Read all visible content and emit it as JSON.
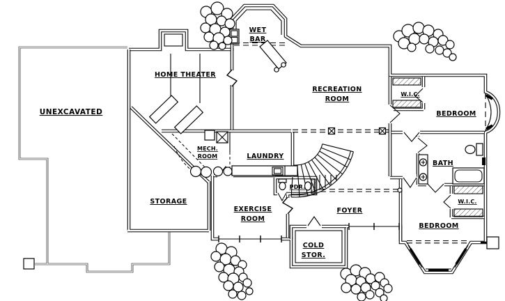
{
  "plan": {
    "background_color": "#ffffff",
    "line_color": "#000000",
    "labels": {
      "unexcavated": "UNEXCAVATED",
      "home_theater": "HOME THEATER",
      "wet_bar_line1": "WET",
      "wet_bar_line2": "BAR",
      "recreation_line1": "RECREATION",
      "recreation_line2": "ROOM",
      "wic_upper": "W.I.C.",
      "bedroom_upper": "BEDROOM",
      "mech_line1": "MECH.",
      "mech_line2": "ROOM",
      "laundry": "LAUNDRY",
      "powder": "PDR.",
      "bath": "BATH",
      "storage": "STORAGE",
      "exercise_line1": "EXERCISE",
      "exercise_line2": "ROOM",
      "foyer": "FOYER",
      "cold_storage_line1": "COLD",
      "cold_storage_line2": "STOR.",
      "wic_lower": "W.I.C.",
      "bedroom_lower": "BEDROOM"
    }
  }
}
